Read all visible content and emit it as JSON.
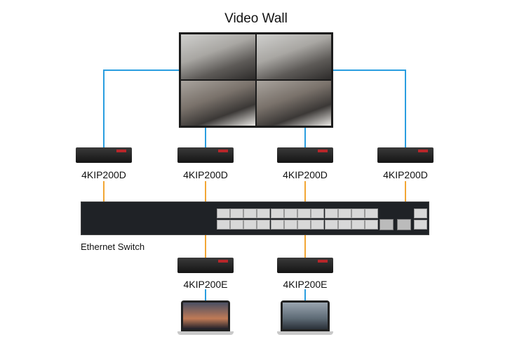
{
  "title": "Video Wall",
  "decoders": [
    "4KIP200D",
    "4KIP200D",
    "4KIP200D",
    "4KIP200D"
  ],
  "switch_label": "Ethernet Switch",
  "encoders": [
    "4KIP200E",
    "4KIP200E"
  ],
  "colors": {
    "video_link": "#2a9ee0",
    "network_link": "#f2a634"
  }
}
